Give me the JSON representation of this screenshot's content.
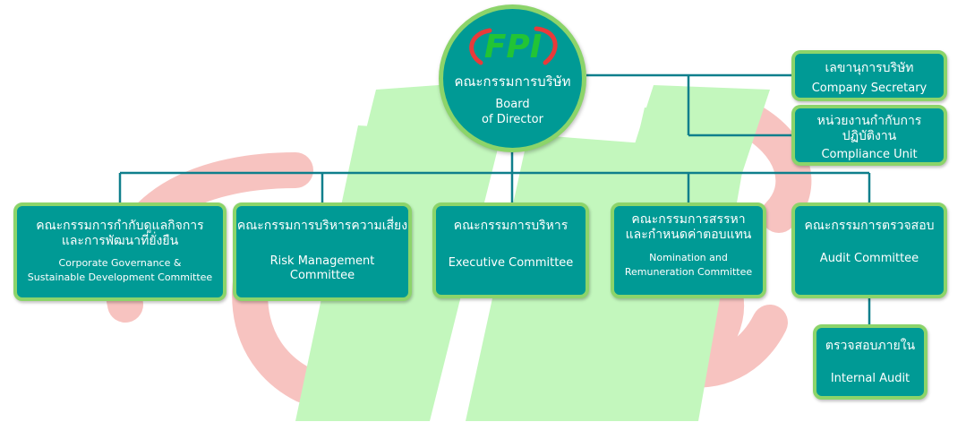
{
  "logo": {
    "text": "FPI",
    "text_color": "#22c435",
    "swoosh_color": "#e83a3a"
  },
  "colors": {
    "box_fill": "#009a95",
    "box_border": "#8cd46a",
    "connector": "#0f7f8c",
    "watermark_green": "#c3f7bd",
    "watermark_red": "#f7c3c0"
  },
  "board": {
    "th": "คณะกรรมการบริษัท",
    "en_line1": "Board",
    "en_line2": "of Director"
  },
  "secretary": {
    "th": "เลขานุการบริษัท",
    "en": "Company Secretary"
  },
  "compliance": {
    "th_line1": "หน่วยงานกำกับการ",
    "th_line2": "ปฏิบัติงาน",
    "en": "Compliance Unit"
  },
  "committees": {
    "cg": {
      "th_line1": "คณะกรรมการกำกับดูแลกิจการ",
      "th_line2": "และการพัฒนาที่ยั่งยืน",
      "en_line1": "Corporate Governance &",
      "en_line2": "Sustainable Development Committee"
    },
    "risk": {
      "th": "คณะกรรมการบริหารความเสี่ยง",
      "en": "Risk Management Committee"
    },
    "exec": {
      "th": "คณะกรรมการบริหาร",
      "en": "Executive Committee"
    },
    "nom": {
      "th_line1": "คณะกรรมการสรรหา",
      "th_line2": "และกำหนดค่าตอบแทน",
      "en_line1": "Nomination and",
      "en_line2": "Remuneration Committee"
    },
    "audit": {
      "th": "คณะกรรมการตรวจสอบ",
      "en": "Audit Committee"
    }
  },
  "internal_audit": {
    "th": "ตรวจสอบภายใน",
    "en": "Internal Audit"
  }
}
